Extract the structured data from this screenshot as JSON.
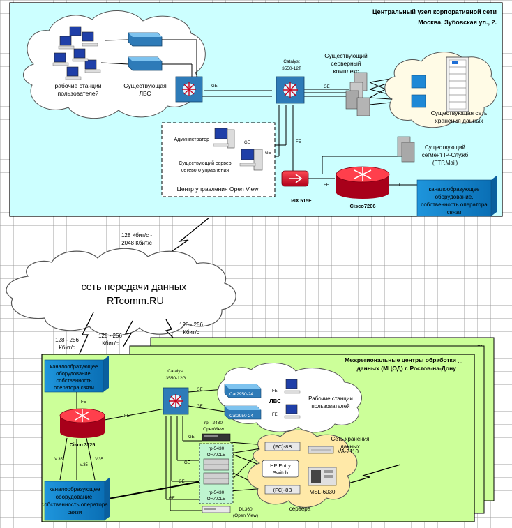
{
  "hq": {
    "title": "Центральный узел корпоративной сети",
    "address": "Москва, Зубовская ул., 2.",
    "workstations_line1": "рабочие станции",
    "workstations_line2": "пользователей",
    "lan_line1": "Существующая",
    "lan_line2": "ЛВС",
    "ge_label": "GE",
    "catalyst_line1": "Catalyst",
    "catalyst_line2": "3550-12T",
    "server_complex_line1": "Существующий",
    "server_complex_line2": "серверный",
    "server_complex_line3": "комплекс",
    "storage_line1": "Существующая сеть",
    "storage_line2": "хранения данных",
    "admin": "Администратор",
    "mgmt_server_line1": "Существующий сервер",
    "mgmt_server_line2": "сетевого управления",
    "openview_center": "Центр управления Open View",
    "fe_label": "FE",
    "ip_segment_line1": "Существующий",
    "ip_segment_line2": "сегмент IP-Служб",
    "ip_segment_line3": "(FTP,Mail)",
    "pix": "PIX 515E",
    "cisco7206": "Cisco7206",
    "carrier_line1": "каналообразующее",
    "carrier_line2": "оборудование,",
    "carrier_line3": "собственность оператора",
    "carrier_line4": "связи"
  },
  "wan": {
    "link_top_line1": "128 Кбит/с -",
    "link_top_line2": "2048 Кбит/с",
    "cloud_line1": "сеть передачи данных",
    "cloud_line2": "RTcomm.RU",
    "link_a_line1": "128 - 256",
    "link_a_line2": "Кбит/с",
    "link_b_line1": "128 - 256",
    "link_b_line2": "Кбит/с",
    "link_c_line1": "128 - 256",
    "link_c_line2": "Кбит/с"
  },
  "regional": {
    "ellipsis": "...",
    "title_line1": "Межрегиональные центры обработки",
    "title_line2": "данных (МЦОД) г. Ростов-на-Дону",
    "carrier_top_line1": "каналообразующее",
    "carrier_top_line2": "оборудование,",
    "carrier_top_line3": "собственность",
    "carrier_top_line4": "оператора связи",
    "fe_label": "FE",
    "cisco3725": "Cisco 3725",
    "v35": "V.35",
    "carrier_bottom_line1": "каналообразующее",
    "carrier_bottom_line2": "оборудование,",
    "carrier_bottom_line3": "собственность оператора",
    "carrier_bottom_line4": "связи",
    "catalyst_line1": "Catalyst",
    "catalyst_line2": "3550-12G",
    "ge_label": "GE",
    "cat2950_a": "Cat2950-24",
    "cat2950_b": "Cat2950-24",
    "lan": "ЛВС",
    "workstations_line1": "Рабочие станции",
    "workstations_line2": "пользователей",
    "rp2430_line1": "rp - 2430",
    "rp2430_line2": "OpenView",
    "rp5430_a_line1": "rp-5430",
    "rp5430_a_line2": "ORACLE",
    "rp5430_b_line1": "rp-5430",
    "rp5430_b_line2": "ORACLE",
    "fc_top": "(FC)-8B",
    "fc_bottom": "(FC)-8B",
    "hp_switch_line1": "HP Entry",
    "hp_switch_line2": "Switch",
    "storage_line1": "Сеть хранения",
    "storage_line2": "данных",
    "va7110": "VA-7110",
    "msl6030": "MSL-6030",
    "servers": "сервера",
    "dl360_line1": "DL360",
    "dl360_line2": "(Open View)"
  },
  "colors": {
    "hq_fill": "#ccffff",
    "regional_fill": "#ccff99",
    "router_red": "#e8102a",
    "switch_blue": "#2e7bb8",
    "carrier_box": "#1185cf",
    "storage_cloud": "#ffe9a8"
  }
}
